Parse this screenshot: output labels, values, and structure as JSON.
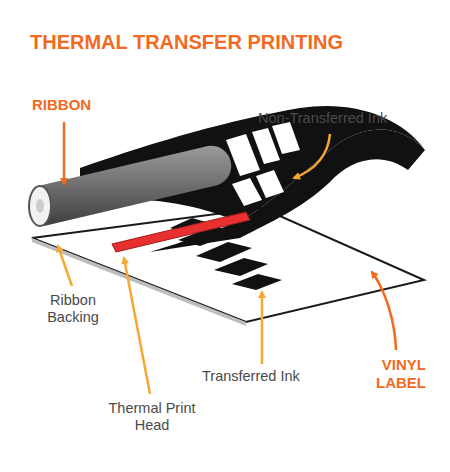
{
  "diagram": {
    "title": "THERMAL TRANSFER PRINTING",
    "labels": [
      "RIBBON",
      "Non-Transferred Ink",
      "Ribbon Backing",
      "Thermal Print Head",
      "Transferred Ink",
      "VINYL LABEL"
    ]
  }
}
